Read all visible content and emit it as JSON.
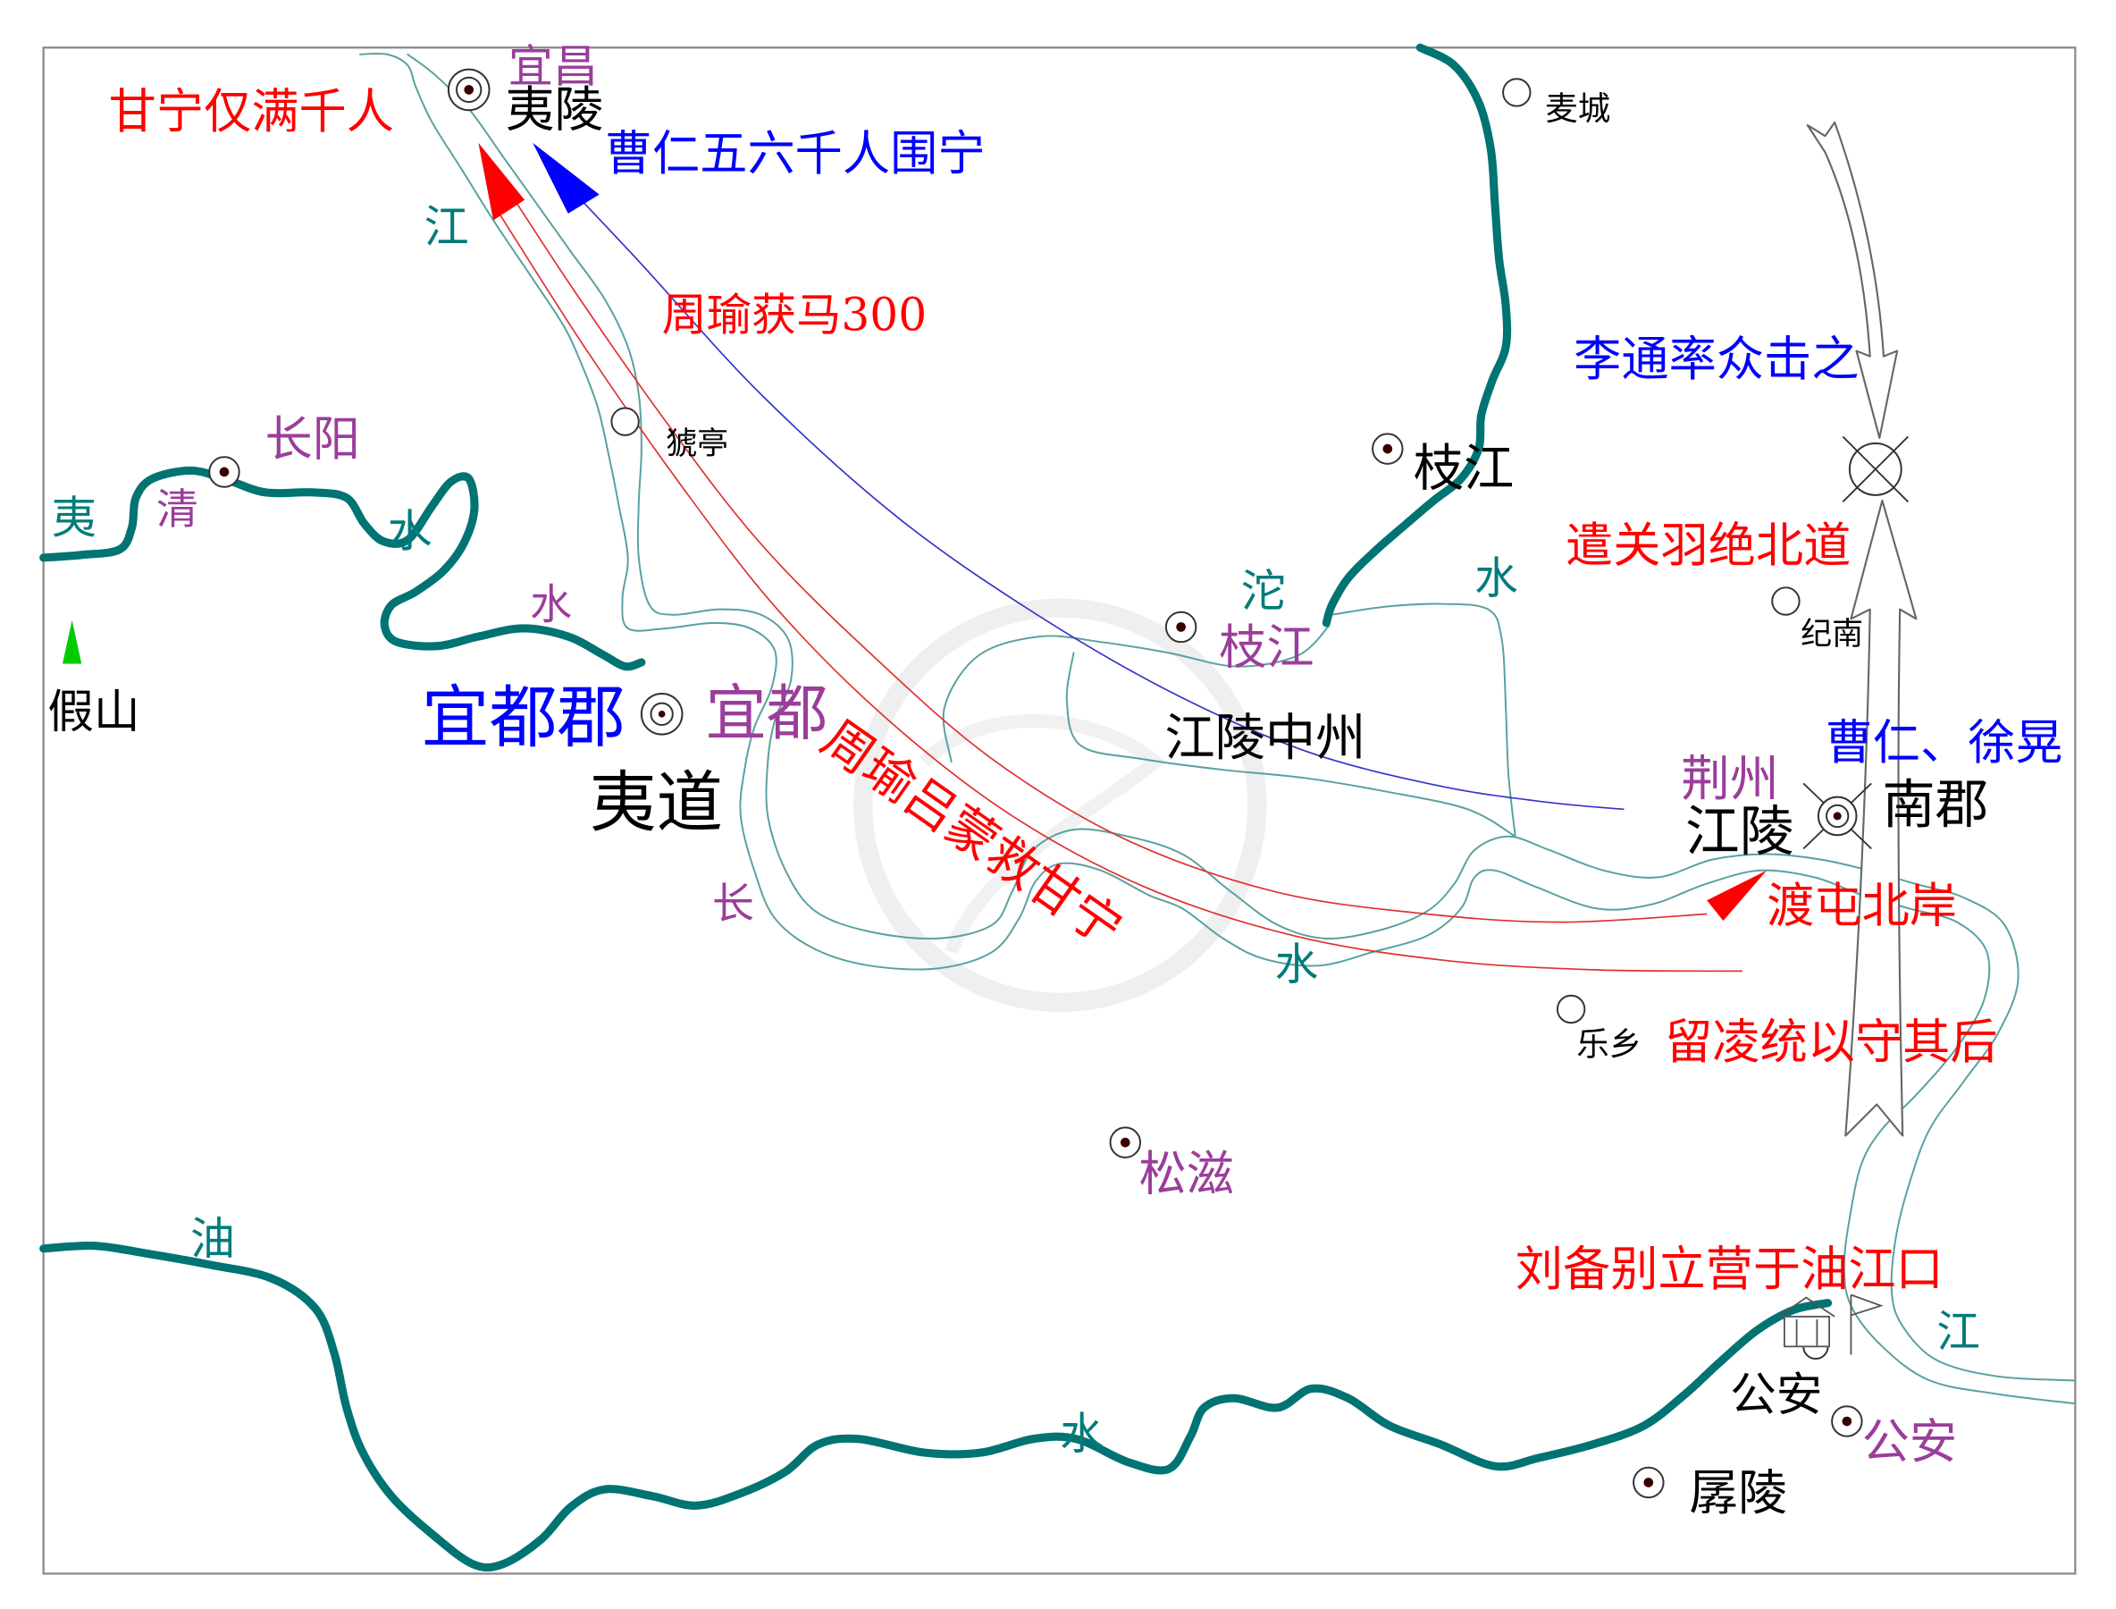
{
  "map": {
    "annotations": {
      "gan_ning_troops": "甘宁仅满千人",
      "cao_ren_besieges": "曹仁五六千人围宁",
      "zhou_yu_horses": "周瑜获马300",
      "li_tong_attacks": "李通率众击之",
      "guan_yu_north_road": "遣关羽绝北道",
      "rescue_route": "周瑜吕蒙救甘宁",
      "cao_ren_xu_huang": "曹仁、徐晃",
      "cross_north_bank": "渡屯北岸",
      "ling_tong_rear": "留凌统以守其后",
      "liu_bei_camp": "刘备别立营于油江口"
    },
    "ancient_places": {
      "yiling": "夷陵",
      "maicheng": "麦城",
      "xiaoting": "猇亭",
      "zhijiang": "枝江",
      "jinan": "纪南",
      "jiangling_zhongzhou": "江陵中州",
      "yidu_commandery": "宜都郡",
      "yidao": "夷道",
      "jiangling": "江陵",
      "nanjun": "南郡",
      "lexiang": "乐乡",
      "gongan": "公安",
      "chanling": "孱陵",
      "mountain": "假山"
    },
    "modern_places": {
      "yichang": "宜昌",
      "changyang": "长阳",
      "yidu": "宜都",
      "zhijiang": "枝江",
      "jingzhou": "荆州",
      "songzi": "松滋",
      "gongan": "公安"
    },
    "river_labels": {
      "jiang_upper": "江",
      "yi": "夷",
      "yi_shui": "水",
      "tuo": "沱",
      "tuo_shui": "水",
      "jiang_shui": "水",
      "you": "油",
      "you_shui": "水",
      "jiang_lower": "江"
    },
    "modern_river_labels": {
      "qing": "清",
      "qing_shui": "水",
      "chang": "长"
    }
  },
  "colors": {
    "annotation_red": "#ff0000",
    "annotation_blue": "#0000ff",
    "modern_name": "#9b3d9b",
    "river_label": "#007b7b",
    "river_line": "#007373",
    "mountain": "#00cc00"
  },
  "icons": {
    "city_marker": "double-circle-icon",
    "county_marker": "dot-circle-icon",
    "town_marker": "circle-icon",
    "battle_marker": "crossed-circle-icon",
    "camp": "camp-icon",
    "mountain": "mountain-triangle-icon",
    "troop_movement": "arrow-icon"
  }
}
